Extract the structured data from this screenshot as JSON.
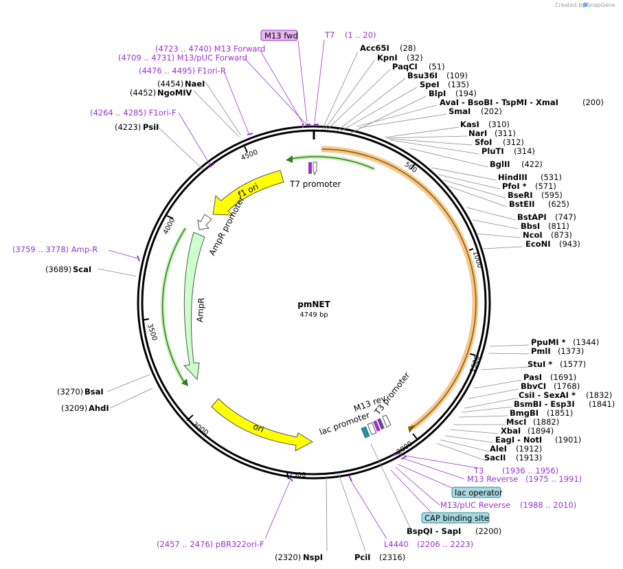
{
  "credit": "Created by SnapGene",
  "plasmid": {
    "name": "pmNET",
    "size": "4749 bp"
  },
  "ticks": [
    "500",
    "1000",
    "1500",
    "2000",
    "2500",
    "3000",
    "3500",
    "4000",
    "4500"
  ],
  "features": {
    "t7_promoter": "T7 promoter",
    "f1_ori": "f1 ori",
    "ampr_promoter": "AmpR promoter",
    "ampr": "AmpR",
    "ori": "ori",
    "lac_promoter": "lac promoter",
    "m13_rev": "M13 rev",
    "t3_promoter": "T3 promoter"
  },
  "right_sites": [
    {
      "name": "Acc65I",
      "pos": "(28)"
    },
    {
      "name": "KpnI",
      "pos": "(32)"
    },
    {
      "name": "PaqCI",
      "pos": "(51)"
    },
    {
      "name": "Bsu36I",
      "pos": "(109)"
    },
    {
      "name": "SpeI",
      "pos": "(135)"
    },
    {
      "name": "BlpI",
      "pos": "(194)"
    },
    {
      "name": "AvaI   - BsoBI   - TspMI    - XmaI",
      "pos": "(200)"
    },
    {
      "name": "SmaI",
      "pos": "(202)"
    },
    {
      "name": "KasI",
      "pos": "(310)"
    },
    {
      "name": "NarI",
      "pos": "(311)"
    },
    {
      "name": "SfoI",
      "pos": "(312)"
    },
    {
      "name": "PluTI",
      "pos": "(314)"
    },
    {
      "name": "BglII",
      "pos": "(422)"
    },
    {
      "name": "HindIII",
      "pos": "(531)"
    },
    {
      "name": "PfoI *",
      "pos": "(571)"
    },
    {
      "name": "BseRI",
      "pos": "(595)"
    },
    {
      "name": "BstEII",
      "pos": "(625)"
    },
    {
      "name": "BstAPI",
      "pos": "(747)"
    },
    {
      "name": "BbsI",
      "pos": "(811)"
    },
    {
      "name": "NcoI",
      "pos": "(873)"
    },
    {
      "name": "EcoNI",
      "pos": "(943)"
    },
    {
      "name": "PpuMI *",
      "pos": "(1344)"
    },
    {
      "name": "PmlI",
      "pos": "(1373)"
    },
    {
      "name": "StuI *",
      "pos": "(1577)"
    },
    {
      "name": "PasI",
      "pos": "(1691)"
    },
    {
      "name": "BbvCI",
      "pos": "(1768)"
    },
    {
      "name": "CsiI   - SexAI *",
      "pos": "(1832)"
    },
    {
      "name": "BsmBI   - Esp3I",
      "pos": "(1841)"
    },
    {
      "name": "BmgBI",
      "pos": "(1851)"
    },
    {
      "name": "MscI",
      "pos": "(1882)"
    },
    {
      "name": "XbaI",
      "pos": "(1894)"
    },
    {
      "name": "EagI   - NotI",
      "pos": "(1901)"
    },
    {
      "name": "AleI",
      "pos": "(1912)"
    },
    {
      "name": "SacII",
      "pos": "(1913)"
    }
  ],
  "bottom_sites": [
    {
      "name": "BspQI   - SapI",
      "pos": "(2200)"
    },
    {
      "name": "PciI",
      "pos": "(2316)"
    },
    {
      "name": "NspI",
      "pos": "(2320)"
    }
  ],
  "left_sites": [
    {
      "name": "NaeI",
      "pos": "(4454)"
    },
    {
      "name": "NgoMIV",
      "pos": "(4452)"
    },
    {
      "name": "PsiI",
      "pos": "(4223)"
    },
    {
      "name": "ScaI",
      "pos": "(3689)"
    },
    {
      "name": "BsaI",
      "pos": "(3270)"
    },
    {
      "name": "AhdI",
      "pos": "(3209)"
    }
  ],
  "primers": {
    "m13_fwd_box": "M13 fwd",
    "t7": "T7",
    "t7_range": "(1 .. 20)",
    "m13_forward": "(4723 .. 4740)  M13 Forward",
    "m13_puc_forward": "(4709 .. 4731)  M13/pUC Forward",
    "f1ori_r": "(4476 .. 4495)  F1ori-R",
    "f1ori_f": "(4264 .. 4285)  F1ori-F",
    "amp_r": "(3759 .. 3778)  Amp-R",
    "t3": "T3",
    "t3_range": "(1936 .. 1956)",
    "m13_reverse": "M13 Reverse",
    "m13_reverse_range": "(1975 .. 1991)",
    "lac_operator": "lac operator",
    "m13_puc_reverse": "M13/pUC Reverse",
    "m13_puc_reverse_range": "(1988 .. 2010)",
    "cap_binding_site": "CAP binding site",
    "l4440": "L4440",
    "l4440_range": "(2206 .. 2223)",
    "pbr322ori_f": "(2457 .. 2476)  pBR322ori-F"
  },
  "colors": {
    "backbone": "#000000",
    "orf_band": "#f5c78a",
    "orf_line": "#8a5a00",
    "ori_fill": "#ffff00",
    "ampr_fill": "#ccffcc",
    "primer": "#9933cc",
    "lac_box": "#a8d8e0",
    "m13_box": "#e8b8f0"
  }
}
